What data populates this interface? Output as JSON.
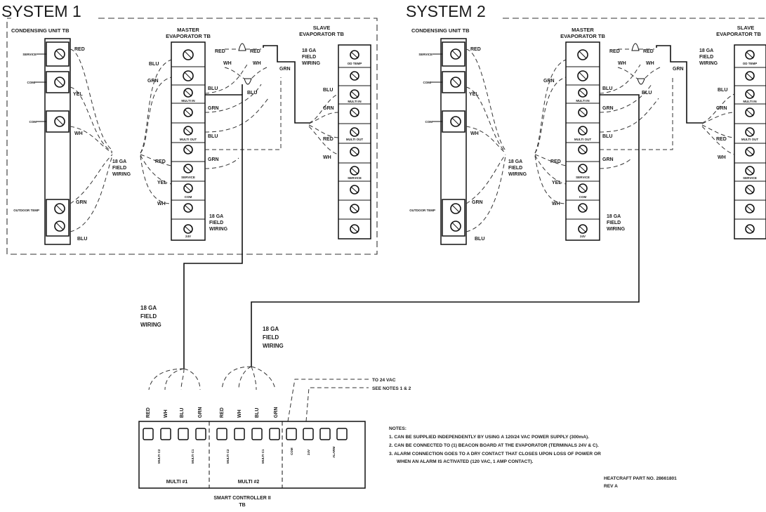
{
  "systems": [
    {
      "title": "SYSTEM 1",
      "condensing_tb": "CONDENSING UNIT TB",
      "condensing_terminals": [
        "SERVICE",
        "COMP",
        "COM",
        "OUTDOOR TEMP"
      ],
      "master_tb": [
        "MASTER",
        "EVAPORATOR TB"
      ],
      "master_terminals": [
        "",
        "",
        "MULTI IN",
        "MULTI OUT",
        "SERVICE",
        "COM",
        "",
        "24V"
      ],
      "slave_tb": [
        "SLAVE",
        "EVAPORATOR TB"
      ],
      "slave_terminals": [
        "OD TEMP",
        "",
        "MULTI IN",
        "MULTI OUT",
        "",
        "SERVICE",
        "",
        ""
      ],
      "left_wires": [
        "RED",
        "YEL",
        "WH",
        "GRN",
        "BLU"
      ],
      "mid_left_wires": [
        "BLU",
        "GRN",
        "RED",
        "YEL",
        "WH"
      ],
      "mid_right_wires": [
        "BLU",
        "GRN",
        "BLU",
        "GRN"
      ],
      "top_wires": [
        "RED",
        "RED",
        "WH",
        "WH",
        "BLU",
        "GRN"
      ],
      "slave_wires": [
        "BLU",
        "GRN",
        "RED",
        "WH"
      ],
      "field_wiring_1": [
        "18 GA",
        "FIELD",
        "WIRING"
      ],
      "field_wiring_2": [
        "18 GA",
        "FIELD",
        "WIRING"
      ],
      "field_wiring_3": [
        "18 GA",
        "FIELD",
        "WIRING"
      ]
    },
    {
      "title": "SYSTEM 2",
      "condensing_tb": "CONDENSING UNIT TB",
      "condensing_terminals": [
        "SERVICE",
        "COMP",
        "COM",
        "OUTDOOR TEMP"
      ],
      "master_tb": [
        "MASTER",
        "EVAPORATOR TB"
      ],
      "master_terminals": [
        "",
        "",
        "MULTI IN",
        "MULTI OUT",
        "SERVICE",
        "COM",
        "",
        "24V"
      ],
      "slave_tb": [
        "SLAVE",
        "EVAPORATOR TB"
      ],
      "slave_terminals": [
        "OD TEMP",
        "",
        "MULTI IN",
        "MULTI OUT",
        "",
        "SERVICE",
        "",
        ""
      ],
      "left_wires": [
        "RED",
        "YEL",
        "WH",
        "GRN",
        "BLU"
      ],
      "mid_left_wires": [
        "GRN",
        "RED",
        "YEL",
        "WH"
      ],
      "mid_right_wires": [
        "BLU",
        "GRN",
        "BLU",
        "GRN"
      ],
      "top_wires": [
        "RED",
        "RED",
        "WH",
        "WH",
        "BLU",
        "GRN"
      ],
      "slave_wires": [
        "BLU",
        "GRN",
        "RED",
        "WH"
      ],
      "field_wiring_1": [
        "18 GA",
        "FIELD",
        "WIRING"
      ],
      "field_wiring_2": [
        "18 GA",
        "FIELD",
        "WIRING"
      ],
      "field_wiring_3": [
        "18 GA",
        "FIELD",
        "WIRING"
      ]
    }
  ],
  "home_run": {
    "system1": [
      "18 GA",
      "FIELD",
      "WIRING"
    ],
    "system2": [
      "18 GA",
      "FIELD",
      "WIRING"
    ]
  },
  "controller": {
    "wire_labels": [
      "RED",
      "WH",
      "BLU",
      "GRN",
      "RED",
      "WH",
      "BLU",
      "GRN"
    ],
    "terminal_labels": [
      "MULTI C2",
      "MULTI C1",
      "MULTI C2",
      "MULTI C1",
      "COM",
      "24V",
      "ALARM"
    ],
    "group1": "MULTI #1",
    "group2": "MULTI #2",
    "title": [
      "SMART CONTROLLER II",
      "TB"
    ],
    "supply": [
      "TO 24 VAC",
      "SEE NOTES 1 & 2"
    ]
  },
  "notes": {
    "heading": "NOTES:",
    "lines": [
      "1. CAN BE SUPPLIED INDEPENDENTLY BY USING A 120/24 VAC POWER SUPPLY (300mA).",
      "2. CAN BE CONNECTED TO (1) BEACON BOARD AT THE EVAPORATOR (TERMINALS 24V & C).",
      "3. ALARM CONNECTION GOES TO A DRY CONTACT THAT CLOSES UPON LOSS OF POWER OR",
      "WHEN AN ALARM IS ACTIVATED (120 VAC, 1 AMP CONTACT)."
    ],
    "part_no": "HEATCRAFT PART NO. 28661801",
    "rev": "REV A"
  }
}
